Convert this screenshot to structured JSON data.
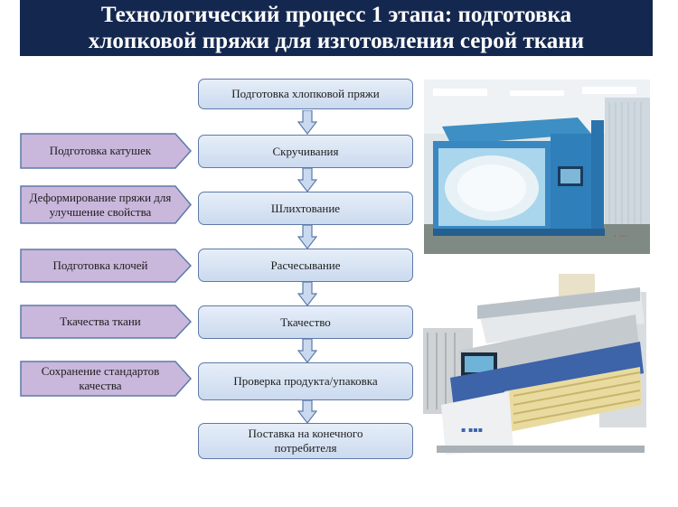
{
  "title": {
    "line1": "Технологический процесс 1 этапа: подготовка",
    "line2": "хлопковой пряжи для изготовления серой ткани"
  },
  "flow": [
    {
      "label": "Подготовка хлопковой пряжи"
    },
    {
      "label": "Скручивания"
    },
    {
      "label": "Шлихтование"
    },
    {
      "label": "Расчесывание"
    },
    {
      "label": "Ткачество"
    },
    {
      "label": "Проверка продукта/упаковка"
    },
    {
      "label": "Поставка на конечного потребителя"
    }
  ],
  "side": [
    {
      "label": "Подготовка катушек"
    },
    {
      "label": "Деформирование пряжи для улучшение свойства"
    },
    {
      "label": "Подготовка клочей"
    },
    {
      "label": "Ткачества ткани"
    },
    {
      "label": "Сохранение стандартов качества"
    }
  ],
  "colors": {
    "title_bg": "#14284f",
    "flow_fill": "#d6e3f3",
    "flow_border": "#5d7aa8",
    "side_fill": "#c9b7dc",
    "side_border": "#5d7aa8",
    "arrow_fill": "#c9daf0"
  }
}
